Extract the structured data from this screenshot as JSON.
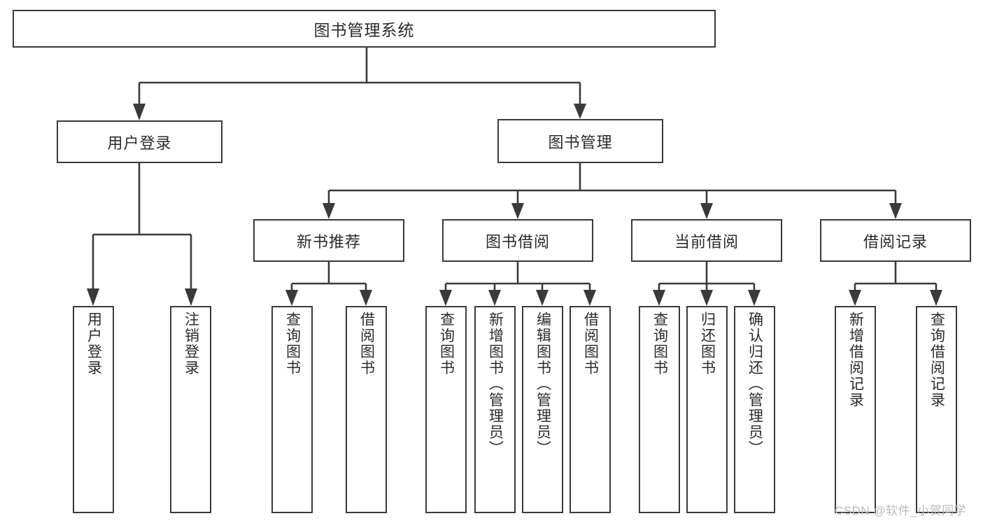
{
  "diagram": {
    "title": "图书管理系统",
    "type": "tree-hierarchy-diagram",
    "watermark": "CSDN @软件_小贺同学",
    "colors": {
      "stroke": "#3a3a3a",
      "fill": "#ffffff",
      "text": "#2b2b2b",
      "watermark": "#b9b9b9"
    },
    "root": {
      "label": "图书管理系统"
    },
    "level1": [
      {
        "label": "用户登录"
      },
      {
        "label": "图书管理"
      }
    ],
    "level2": [
      {
        "label": "新书推荐"
      },
      {
        "label": "图书借阅"
      },
      {
        "label": "当前借阅"
      },
      {
        "label": "借阅记录"
      }
    ],
    "leaves": {
      "user_login": [
        {
          "label": "用户登录"
        },
        {
          "label": "注销登录"
        }
      ],
      "new_book_recommend": [
        {
          "label": "查询图书"
        },
        {
          "label": "借阅图书"
        }
      ],
      "book_borrow": [
        {
          "label": "查询图书"
        },
        {
          "label": "新增图书（管理员）"
        },
        {
          "label": "编辑图书（管理员）"
        },
        {
          "label": "借阅图书"
        }
      ],
      "current_borrow": [
        {
          "label": "查询图书"
        },
        {
          "label": "归还图书"
        },
        {
          "label": "确认归还（管理员）"
        }
      ],
      "borrow_record": [
        {
          "label": "新增借阅记录"
        },
        {
          "label": "查询借阅记录"
        }
      ]
    }
  }
}
